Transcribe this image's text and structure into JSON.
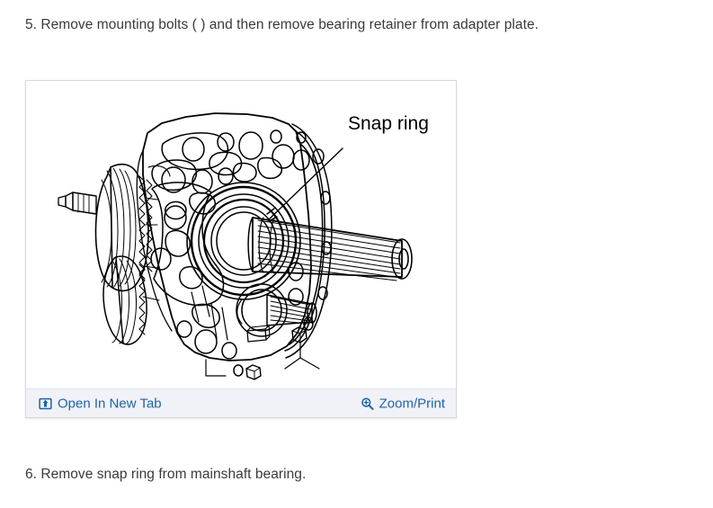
{
  "document": {
    "steps": [
      {
        "id": "step-5",
        "text": "5. Remove mounting bolts ( ) and then remove bearing retainer from adapter plate."
      },
      {
        "id": "step-6",
        "text": "6. Remove snap ring from mainshaft bearing."
      }
    ]
  },
  "figure": {
    "alt": "Exploded view line drawing of transmission adapter plate with mainshaft, bearing retainer and gear cluster",
    "callouts": [
      {
        "label": "Snap ring",
        "icon": "leader-line"
      }
    ],
    "toolbar": {
      "open_in_new_tab": {
        "label": "Open In New Tab",
        "icon": "open-in-new-tab-icon"
      },
      "zoom_print": {
        "label": "Zoom/Print",
        "icon": "magnifier-plus-icon"
      }
    }
  },
  "colors": {
    "link": "#2063a8",
    "body_text": "#3a3a3a",
    "toolbar_bg": "#f1f2f7",
    "card_border": "#d8d8d8",
    "line_art": "#000000",
    "page_bg": "#ffffff"
  }
}
